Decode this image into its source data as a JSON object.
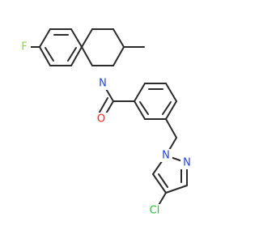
{
  "atoms": {
    "fluorine": {
      "label": "F",
      "color": "#8fd14f"
    },
    "ring_nitrogen": {
      "label": "N",
      "color": "#1f3fff"
    },
    "carbonyl_oxygen": {
      "label": "O",
      "color": "#ff1f1f"
    },
    "pyrazole_n1": {
      "label": "N",
      "color": "#1f3fff"
    },
    "pyrazole_n2": {
      "label": "N",
      "color": "#1f3fff"
    },
    "chlorine": {
      "label": "Cl",
      "color": "#2fbf3f"
    }
  }
}
